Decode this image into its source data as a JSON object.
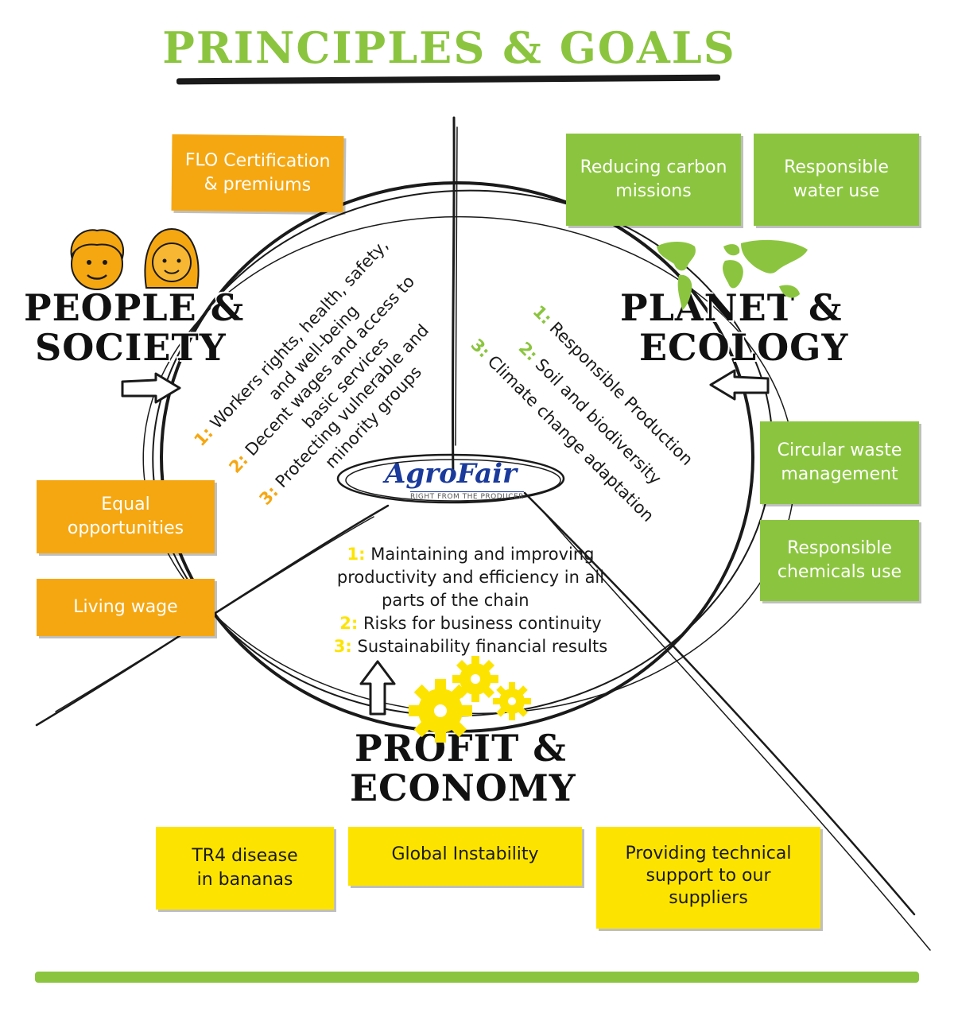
{
  "title": "PRINCIPLES & GOALS",
  "colors": {
    "orange": "#f5a712",
    "green": "#8bc53f",
    "yellow": "#fde400",
    "dark": "#1a1a1a"
  },
  "logo": {
    "name": "AgroFair",
    "tagline": "RIGHT FROM THE PRODUCER"
  },
  "pillars": {
    "people": {
      "line1": "PEOPLE &",
      "line2": "SOCIETY"
    },
    "planet": {
      "line1": "PLANET &",
      "line2": "ECOLOGY"
    },
    "profit": {
      "line1": "PROFIT &",
      "line2": "ECONOMY"
    }
  },
  "people_goals": [
    {
      "num": "1:",
      "text": "Workers rights, health, safety,",
      "cont": "and well-being"
    },
    {
      "num": "2:",
      "text": "Decent wages and access to",
      "cont": "basic services"
    },
    {
      "num": "3:",
      "text": "Protecting vulnerable and",
      "cont": "minority groups"
    }
  ],
  "planet_goals": [
    {
      "num": "1:",
      "text": "Responsible Production"
    },
    {
      "num": "2:",
      "text": "Soil and biodiversity"
    },
    {
      "num": "3:",
      "text": "Climate change adaptation"
    }
  ],
  "profit_goals": [
    {
      "num": "1:",
      "text": "Maintaining and improving",
      "cont1": "productivity and efficiency in all",
      "cont2": "parts of the chain"
    },
    {
      "num": "2:",
      "text": "Risks for business continuity"
    },
    {
      "num": "3:",
      "text": "Sustainability financial results"
    }
  ],
  "boxes": {
    "flo": {
      "line1": "FLO Certification",
      "line2": "& premiums"
    },
    "equal": {
      "line1": "Equal",
      "line2": "opportunities"
    },
    "living": {
      "line1": "Living wage"
    },
    "carbon": {
      "line1": "Reducing carbon",
      "line2": "missions"
    },
    "water": {
      "line1": "Responsible",
      "line2": "water use"
    },
    "waste": {
      "line1": "Circular waste",
      "line2": "management"
    },
    "chemicals": {
      "line1": "Responsible",
      "line2": "chemicals use"
    },
    "tr4": {
      "line1": "TR4 disease",
      "line2": "in bananas"
    },
    "instability": {
      "line1": "Global Instability"
    },
    "support": {
      "line1": "Providing technical",
      "line2": "support to our",
      "line3": "suppliers"
    }
  },
  "icons": [
    "boy-face-icon",
    "girl-face-icon",
    "world-map-icon",
    "gears-icon",
    "arrow-right-icon",
    "arrow-left-icon",
    "arrow-up-icon"
  ]
}
